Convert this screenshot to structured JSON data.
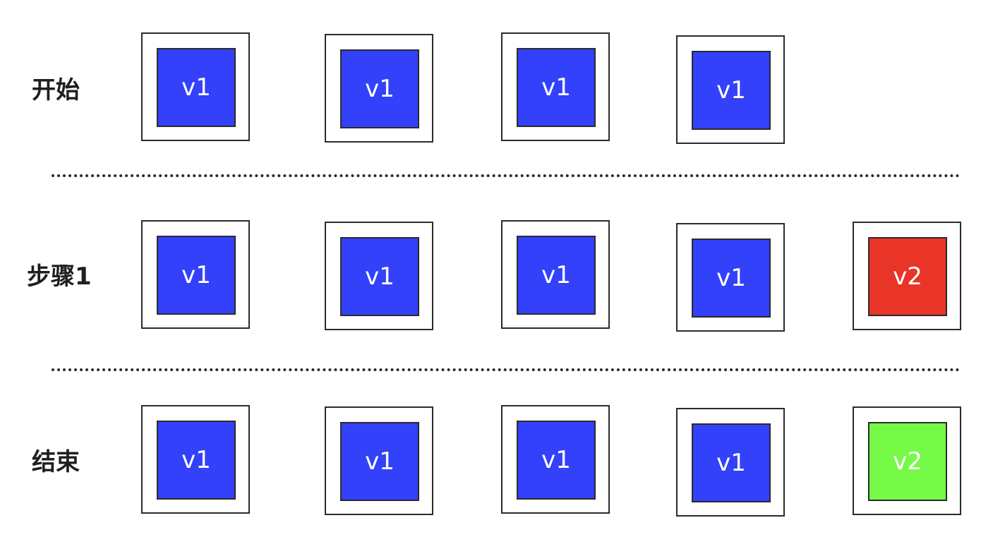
{
  "colors": {
    "v1": "#3341fa",
    "v2_step": "#e93428",
    "v2_end": "#77fa47"
  },
  "rows": [
    {
      "label": "开始",
      "pods": [
        {
          "version": "v1",
          "color": "#3341fa"
        },
        {
          "version": "v1",
          "color": "#3341fa"
        },
        {
          "version": "v1",
          "color": "#3341fa"
        },
        {
          "version": "v1",
          "color": "#3341fa"
        }
      ]
    },
    {
      "label": "步骤1",
      "pods": [
        {
          "version": "v1",
          "color": "#3341fa"
        },
        {
          "version": "v1",
          "color": "#3341fa"
        },
        {
          "version": "v1",
          "color": "#3341fa"
        },
        {
          "version": "v1",
          "color": "#3341fa"
        },
        {
          "version": "v2",
          "color": "#e93428"
        }
      ]
    },
    {
      "label": "结束",
      "pods": [
        {
          "version": "v1",
          "color": "#3341fa"
        },
        {
          "version": "v1",
          "color": "#3341fa"
        },
        {
          "version": "v1",
          "color": "#3341fa"
        },
        {
          "version": "v1",
          "color": "#3341fa"
        },
        {
          "version": "v2",
          "color": "#77fa47"
        }
      ]
    }
  ]
}
